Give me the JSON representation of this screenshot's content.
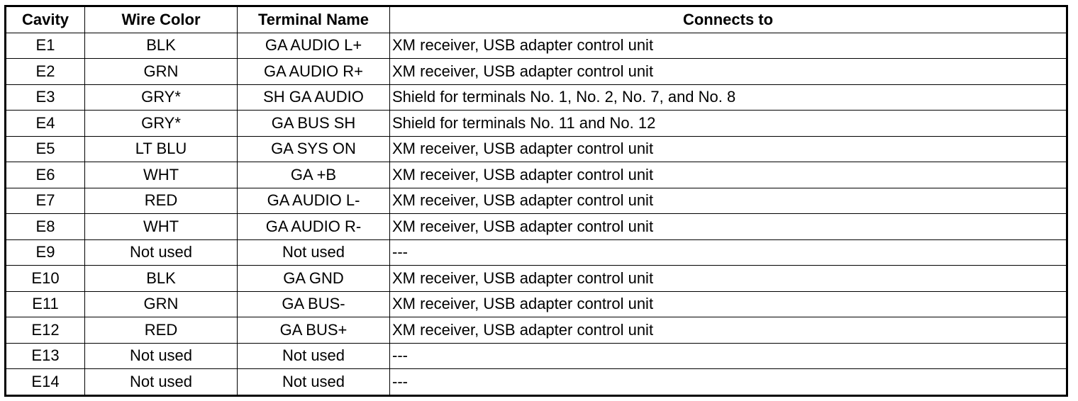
{
  "table": {
    "headers": {
      "cavity": "Cavity",
      "wire_color": "Wire Color",
      "terminal_name": "Terminal Name",
      "connects_to": "Connects to"
    },
    "rows": [
      {
        "cavity": "E1",
        "wire_color": "BLK",
        "terminal_name": "GA AUDIO L+",
        "connects_to": "XM receiver, USB adapter control unit"
      },
      {
        "cavity": "E2",
        "wire_color": "GRN",
        "terminal_name": "GA AUDIO R+",
        "connects_to": "XM receiver, USB adapter control unit"
      },
      {
        "cavity": "E3",
        "wire_color": "GRY*",
        "terminal_name": "SH GA AUDIO",
        "connects_to": "Shield for terminals No. 1, No. 2, No. 7, and No. 8"
      },
      {
        "cavity": "E4",
        "wire_color": "GRY*",
        "terminal_name": "GA BUS SH",
        "connects_to": "Shield for terminals No. 11 and No. 12"
      },
      {
        "cavity": "E5",
        "wire_color": "LT BLU",
        "terminal_name": "GA SYS ON",
        "connects_to": "XM receiver, USB adapter control unit"
      },
      {
        "cavity": "E6",
        "wire_color": "WHT",
        "terminal_name": "GA +B",
        "connects_to": "XM receiver, USB adapter control unit"
      },
      {
        "cavity": "E7",
        "wire_color": "RED",
        "terminal_name": "GA AUDIO L-",
        "connects_to": "XM receiver, USB adapter control unit"
      },
      {
        "cavity": "E8",
        "wire_color": "WHT",
        "terminal_name": "GA AUDIO R-",
        "connects_to": "XM receiver, USB adapter control unit"
      },
      {
        "cavity": "E9",
        "wire_color": "Not used",
        "terminal_name": "Not used",
        "connects_to": "---"
      },
      {
        "cavity": "E10",
        "wire_color": "BLK",
        "terminal_name": "GA GND",
        "connects_to": "XM receiver, USB adapter control unit"
      },
      {
        "cavity": "E11",
        "wire_color": "GRN",
        "terminal_name": "GA BUS-",
        "connects_to": "XM receiver, USB adapter control unit"
      },
      {
        "cavity": "E12",
        "wire_color": "RED",
        "terminal_name": "GA BUS+",
        "connects_to": "XM receiver, USB adapter control unit"
      },
      {
        "cavity": "E13",
        "wire_color": "Not used",
        "terminal_name": "Not used",
        "connects_to": "---"
      },
      {
        "cavity": "E14",
        "wire_color": "Not used",
        "terminal_name": "Not used",
        "connects_to": "---"
      }
    ]
  }
}
